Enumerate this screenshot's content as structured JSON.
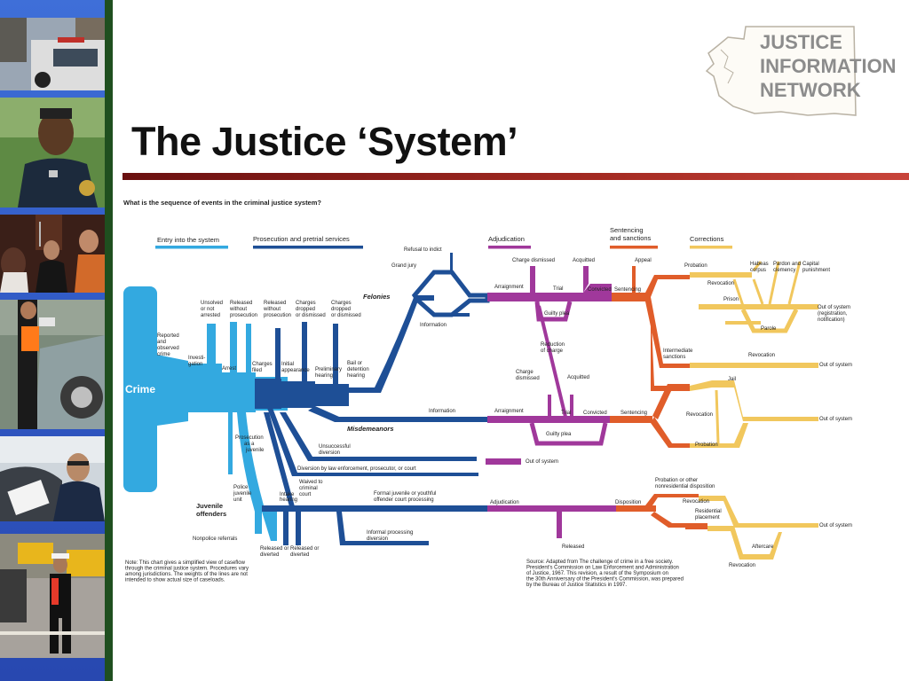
{
  "slide": {
    "title": "The Justice ‘System’",
    "logo_lines": [
      "JUSTICE",
      "INFORMATION",
      "NETWORK"
    ]
  },
  "sidebar": {
    "photos": [
      "police-officer-photo",
      "courtroom-photo",
      "accident-scene-photo",
      "officer-in-car-photo",
      "traffic-officer-photo"
    ]
  },
  "diagram": {
    "question": "What is the sequence of events in the criminal justice system?",
    "stages": [
      {
        "label": "Entry into the system",
        "color": "#33a9e0"
      },
      {
        "label": "Prosecution and pretrial services",
        "color": "#1e4f96"
      },
      {
        "label": "Adjudication",
        "color": "#a0389b"
      },
      {
        "label": "Sentencing\nand sanctions",
        "color": "#e05d2a"
      },
      {
        "label": "Corrections",
        "color": "#f1c75d"
      }
    ],
    "crime_label": "Crime",
    "labels": {
      "reported": "Reported\nand\nobserved\ncrime",
      "unsolved": "Unsolved\nor not\narrested",
      "released_wo_pros": "Released\nwithout\nprosecution",
      "released_wo_pros2": "Released\nwithout\nprosecution",
      "charges_dropped1": "Charges\ndropped\nor dismissed",
      "charges_dropped2": "Charges\ndropped\nor dismissed",
      "investigation": "Investi-\ngation",
      "arrest": "Arrest",
      "charges_filed": "Charges\nfiled",
      "initial_appearance": "Initial\nappearance",
      "preliminary_hearing": "Preliminary\nhearing",
      "bail": "Bail or\ndetention\nhearing",
      "felonies": "Felonies",
      "misdemeanors": "Misdemeanors",
      "refusal": "Refusal to indict",
      "grand_jury": "Grand jury",
      "information1": "Information",
      "information2": "Information",
      "charge_dismissed1": "Charge dismissed",
      "acquitted1": "Acquitted",
      "arraignment1": "Arraignment",
      "trial1": "Trial",
      "guilty_plea1": "Guilty plea",
      "convicted1": "Convicted",
      "sentencing1": "Sentencing",
      "reduction": "Reduction\nof charge",
      "charge_dismissed2": "Charge\ndismissed",
      "acquitted2": "Acquitted",
      "arraignment2": "Arraignment",
      "trial2": "Trial",
      "convicted2": "Convicted",
      "guilty_plea2": "Guilty plea",
      "sentencing2": "Sentencing",
      "appeal": "Appeal",
      "probation1": "Probation",
      "revocation1": "Revocation",
      "prison": "Prison",
      "habeas": "Habeas\ncorpus",
      "pardon": "Pardon and\nclemency",
      "capital": "Capital\npunishment",
      "parole": "Parole",
      "revocation2": "Revocation",
      "intermediate": "Intermediate\nsanctions",
      "jail": "Jail",
      "revocation3": "Revocation",
      "probation2": "Probation",
      "out1": "Out of system\n(registration,\nnotification)",
      "out2": "Out of system",
      "out3": "Out of system",
      "out4": "Out of system",
      "out5": "Out of system",
      "prosecution_juvenile": "Prosecution\nas a\njuvenile",
      "unsuccessful": "Unsuccessful\ndiversion",
      "diversion": "Diversion by law enforcement, prosecutor, or court",
      "police_juvenile": "Police\njuvenile\nunit",
      "intake": "Intake\nhearing",
      "waived": "Waived to\ncriminal\ncourt",
      "juvenile_offenders": "Juvenile\noffenders",
      "formal_juvenile": "Formal juvenile or youthful\noffender court processing",
      "adjudication": "Adjudication",
      "disposition": "Disposition",
      "probation_other": "Probation or other\nnonresidential disposition",
      "revocation4": "Revocation",
      "residential": "Residential\nplacement",
      "aftercare": "Aftercare",
      "revocation5": "Revocation",
      "nonpolice": "Nonpolice referrals",
      "released_diverted1": "Released or\ndiverted",
      "released_diverted2": "Released or\ndiverted",
      "informal": "Informal processing\ndiversion",
      "released_juv": "Released"
    },
    "note": "Note: This chart gives a simplified view of caseflow\nthrough the criminal justice system. Procedures vary\namong jurisdictions. The weights of the lines are not\nintended to show actual size of caseloads.",
    "source": "Source: Adapted from The challenge of crime in a free society.\nPresident's Commission on Law Enforcement and Administration\nof Justice, 1967. This revision, a result of the Symposium on\nthe 30th Anniversary of the President's Commission, was prepared\nby the Bureau of Justice Statistics in 1997."
  }
}
